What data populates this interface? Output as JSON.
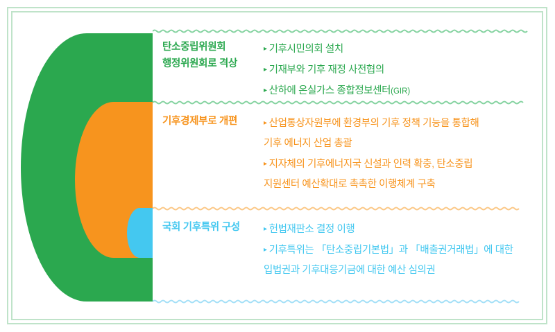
{
  "colors": {
    "green": "#2ba84f",
    "orange": "#f7941e",
    "blue": "#44c8f0",
    "frame": "#bfe3c9",
    "background": "#ffffff"
  },
  "bullet_symbol": "▸",
  "sections": [
    {
      "id": "carbon-neutrality-committee",
      "accent": "green",
      "title_line1": "탄소중립위원회",
      "title_line2": "행정위원회로 격상",
      "items": [
        {
          "lines": [
            "기후시민의회 설치"
          ]
        },
        {
          "lines": [
            "기재부와 기후 재정 사전협의"
          ]
        },
        {
          "lines": [
            "산하에 온실가스 종합정보센터"
          ],
          "suffix": "(GIR)"
        }
      ]
    },
    {
      "id": "climate-economy-ministry",
      "accent": "orange",
      "title_line1": "기후경제부로 개편",
      "title_line2": "",
      "items": [
        {
          "lines": [
            "산업통상자원부에 환경부의 기후 정책 기능을 통합해",
            "기후 에너지 산업 총괄"
          ]
        },
        {
          "lines": [
            "지자체의 기후에너지국 신설과 인력 확충, 탄소중립",
            "지원센터 예산확대로 촉촉한 이행체계 구축"
          ]
        }
      ]
    },
    {
      "id": "national-assembly-climate-committee",
      "accent": "blue",
      "title_line1": "국회 기후특위 구성",
      "title_line2": "",
      "items": [
        {
          "lines": [
            "헌법재판소 결정 이행"
          ]
        },
        {
          "lines": [
            "기후특위는 「탄소중립기본법」과 「배출권거래법」에 대한",
            "입법권과 기후대응기금에 대한 예산 심의권"
          ]
        }
      ]
    }
  ]
}
